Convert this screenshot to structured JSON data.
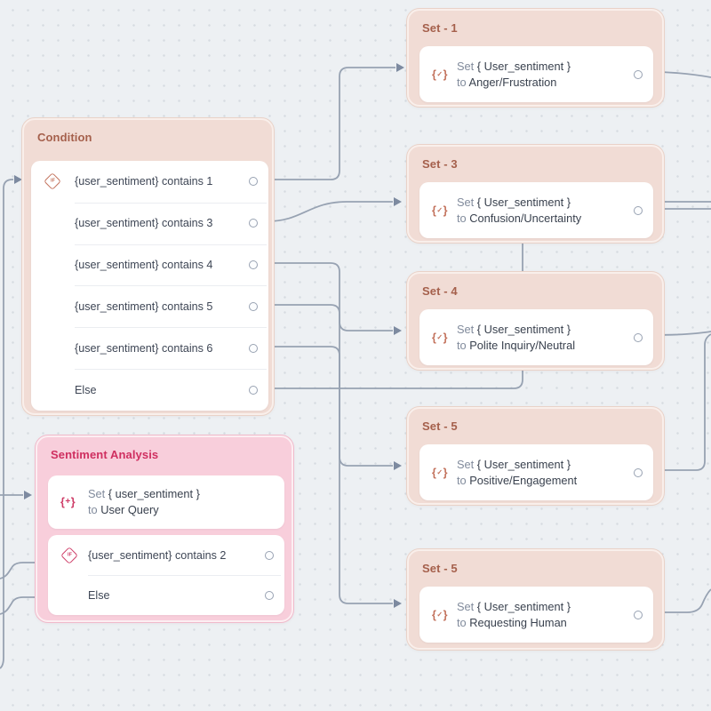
{
  "colors": {
    "canvas_bg": "#edf0f3",
    "dot_grid": "#d6dbe1",
    "node_tan_fill": "#f1dcd5",
    "node_tan_header_text": "#a5604c",
    "node_pink_fill": "#f8cedb",
    "node_pink_header_text": "#cf2f60",
    "edge_line": "#97a2b2",
    "row_text": "#3e4655",
    "keyword_text": "#818b9c",
    "rust_icon": "#c2705a",
    "crimson_icon": "#ce3b66"
  },
  "icons": {
    "if_label": "IF",
    "brace_open": "{",
    "brace_close": "}",
    "check_mark": "✓",
    "plus_mark": "+"
  },
  "nodes": {
    "condition": {
      "title": "Condition",
      "rows": [
        {
          "label": "{user_sentiment} contains 1"
        },
        {
          "label": "{user_sentiment} contains 3"
        },
        {
          "label": "{user_sentiment} contains 4"
        },
        {
          "label": "{user_sentiment} contains 5"
        },
        {
          "label": "{user_sentiment} contains 6"
        },
        {
          "label": "Else"
        }
      ]
    },
    "sentiment": {
      "title": "Sentiment Analysis",
      "set_card": {
        "keyword_set": "Set",
        "variable": "{ user_sentiment }",
        "keyword_to": "to",
        "value": "User Query"
      },
      "rows": [
        {
          "label": "{user_sentiment} contains 2"
        },
        {
          "label": "Else"
        }
      ]
    },
    "set1": {
      "title": "Set - 1",
      "keyword_set": "Set",
      "variable": "{ User_sentiment }",
      "keyword_to": "to",
      "value": "Anger/Frustration"
    },
    "set3": {
      "title": "Set - 3",
      "keyword_set": "Set",
      "variable": "{ User_sentiment }",
      "keyword_to": "to",
      "value": "Confusion/Uncertainty"
    },
    "set4": {
      "title": "Set - 4",
      "keyword_set": "Set",
      "variable": "{ User_sentiment }",
      "keyword_to": "to",
      "value": "Polite Inquiry/Neutral"
    },
    "set5a": {
      "title": "Set - 5",
      "keyword_set": "Set",
      "variable": "{ User_sentiment }",
      "keyword_to": "to",
      "value": "Positive/Engagement"
    },
    "set5b": {
      "title": "Set - 5",
      "keyword_set": "Set",
      "variable": "{ User_sentiment }",
      "keyword_to": "to",
      "value": "Requesting Human"
    }
  }
}
